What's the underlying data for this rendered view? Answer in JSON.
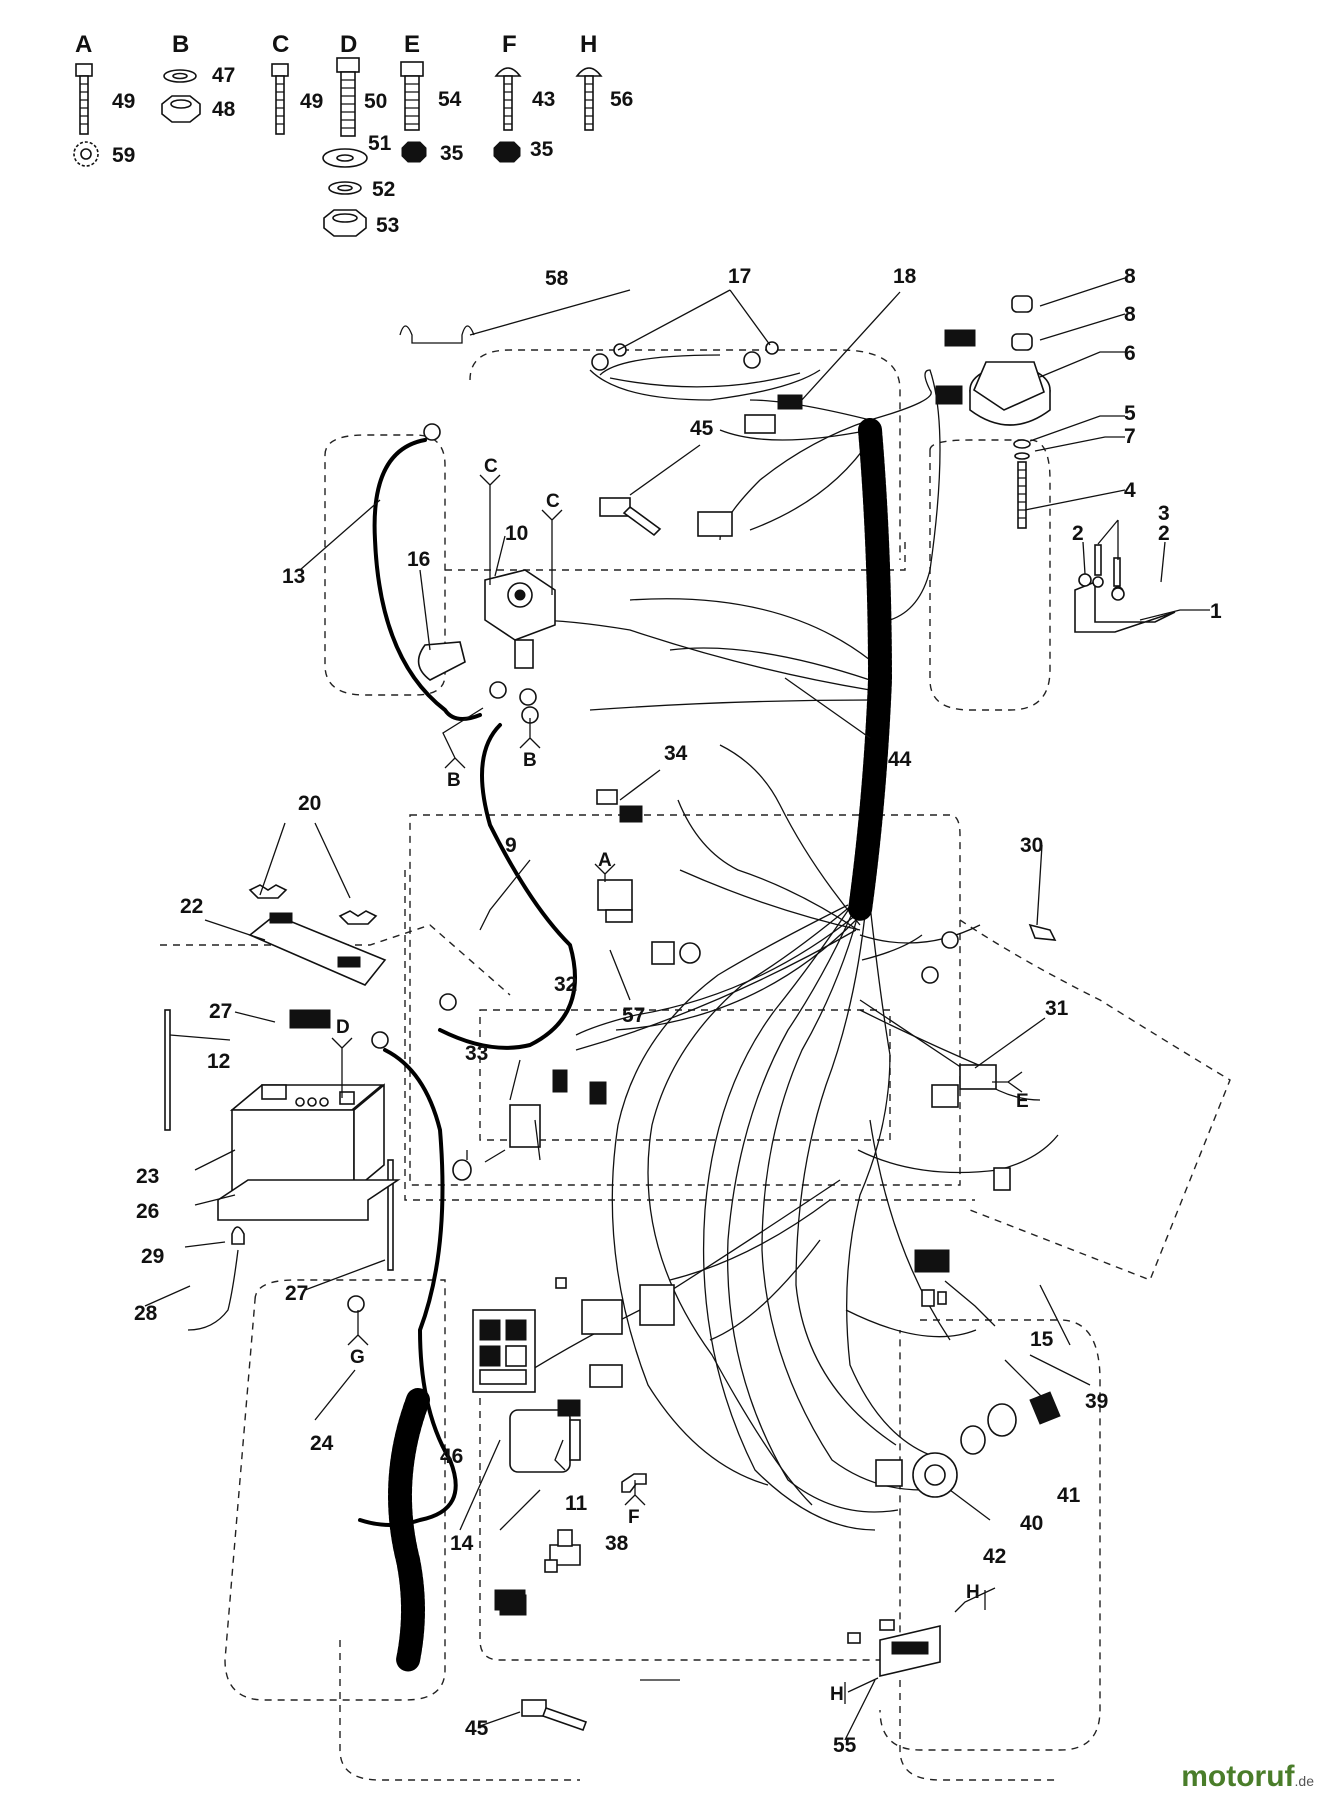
{
  "hardware_key": [
    {
      "letter": "A",
      "refs": [
        "49",
        "59"
      ]
    },
    {
      "letter": "B",
      "refs": [
        "47",
        "48"
      ]
    },
    {
      "letter": "C",
      "refs": [
        "49"
      ]
    },
    {
      "letter": "D",
      "refs": [
        "50",
        "51",
        "52",
        "53"
      ]
    },
    {
      "letter": "E",
      "refs": [
        "54",
        "35"
      ]
    },
    {
      "letter": "F",
      "refs": [
        "43",
        "35"
      ]
    },
    {
      "letter": "H",
      "refs": [
        "56"
      ]
    }
  ],
  "callouts": [
    "1",
    "2",
    "2",
    "3",
    "4",
    "5",
    "6",
    "7",
    "8",
    "8",
    "9",
    "10",
    "11",
    "12",
    "13",
    "14",
    "15",
    "16",
    "17",
    "18",
    "20",
    "22",
    "23",
    "24",
    "26",
    "27",
    "27",
    "28",
    "29",
    "30",
    "31",
    "32",
    "33",
    "34",
    "38",
    "39",
    "40",
    "41",
    "42",
    "44",
    "45",
    "45",
    "46",
    "55",
    "57",
    "58"
  ],
  "connector_tags": [
    "C",
    "C",
    "B",
    "B",
    "A",
    "D",
    "E",
    "F",
    "G",
    "H",
    "H"
  ],
  "watermark": {
    "brand": "motoruf",
    "tld": ".de"
  }
}
